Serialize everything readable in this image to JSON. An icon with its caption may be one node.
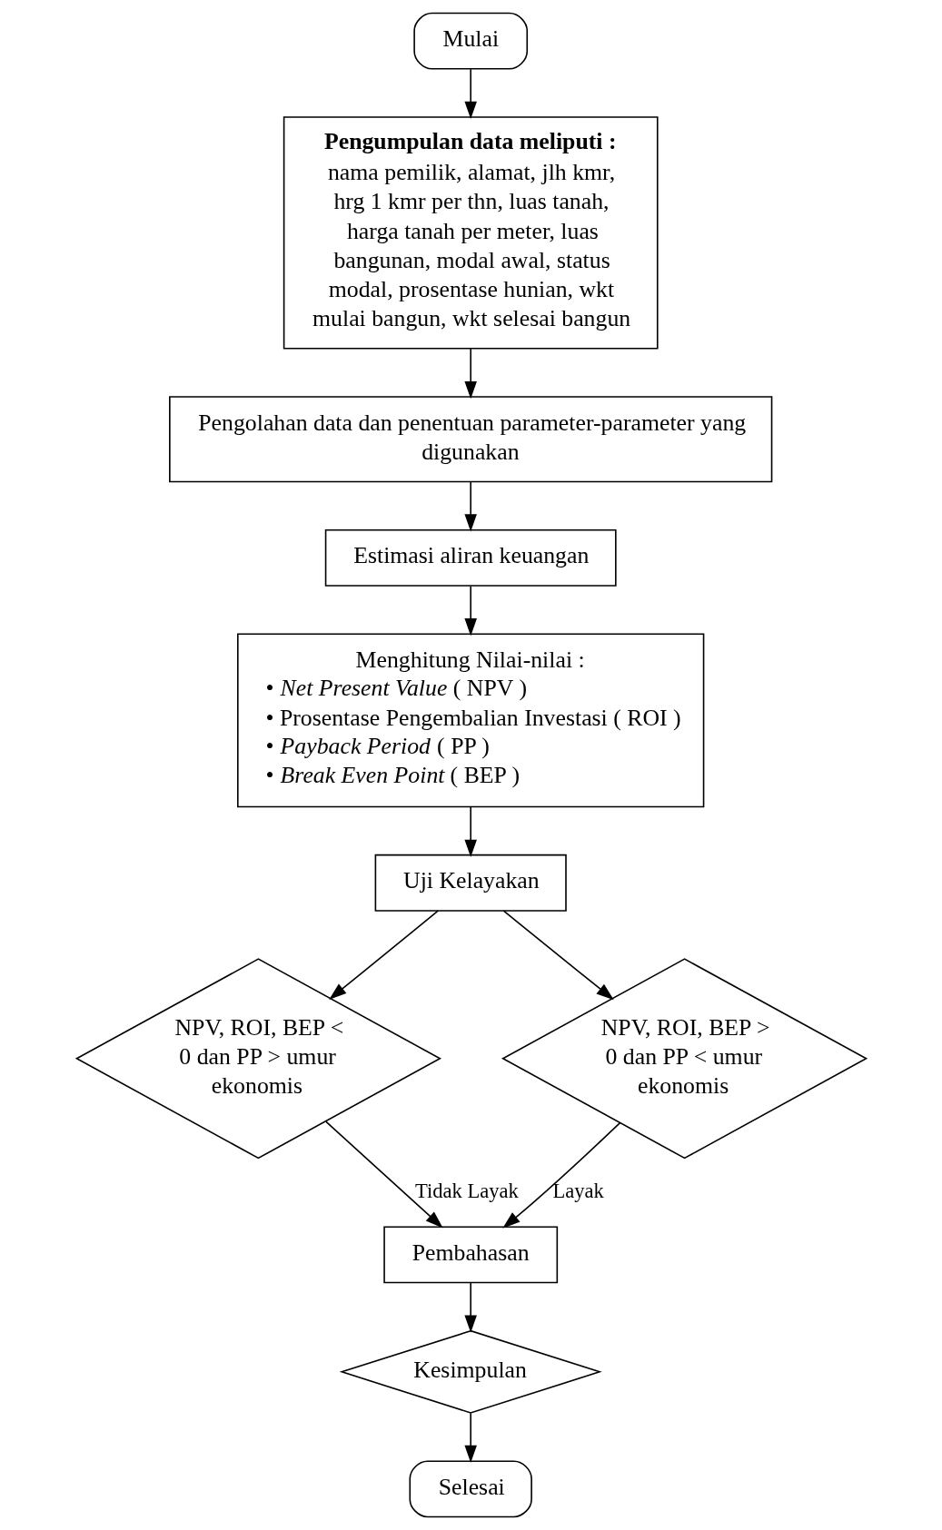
{
  "diagram": {
    "nodes": [
      {
        "text": [
          "Mulai"
        ]
      },
      {
        "text": [
          "**Pengumpulan data meliputi :**",
          "nama pemilik, alamat, jlh kmr, hrg 1 kmr per thn, luas tanah, harga tanah per meter, luas bangunan, modal awal, status modal, prosentase hunian, wkt mulai bangun, wkt selesai bangun"
        ]
      },
      {
        "text": [
          "Pengolahan data dan penentuan parameter-parameter yang digunakan"
        ]
      },
      {
        "text": [
          "Estimasi aliran keuangan"
        ]
      },
      {
        "text": [
          "Menghitung Nilai-nilai :",
          "• *Net Present Value* ( NPV )",
          "• Prosentase Pengembalian Investasi ( ROI )",
          "• *Payback Period* ( PP )",
          "• *Break Even Point* ( BEP )"
        ]
      },
      {
        "text": [
          "Uji Kelayakan"
        ]
      },
      {
        "text": [
          "NPV, ROI, BEP < 0 dan PP > umur ekonomis"
        ]
      },
      {
        "text": [
          "NPV, ROI, BEP > 0 dan PP < umur ekonomis"
        ]
      },
      {
        "text": [
          "Pembahasan"
        ]
      },
      {
        "text": [
          "Kesimpulan"
        ]
      },
      {
        "text": [
          "Selesai"
        ]
      }
    ],
    "edges": [
      {
        "from": 0,
        "to": 1,
        "arrow": "to"
      },
      {
        "from": 1,
        "to": 2,
        "arrow": "to"
      },
      {
        "from": 2,
        "to": 3,
        "arrow": "to"
      },
      {
        "from": 3,
        "to": 4,
        "arrow": "to"
      },
      {
        "from": 4,
        "to": 5,
        "arrow": "to"
      },
      {
        "from": 5,
        "to": 6,
        "arrow": "to"
      },
      {
        "from": 5,
        "to": 7,
        "arrow": "to"
      },
      {
        "from": 6,
        "to": 8,
        "arrow": "to",
        "label": "Tidak Layak"
      },
      {
        "from": 7,
        "to": 8,
        "arrow": "to",
        "label": "Layak"
      },
      {
        "from": 8,
        "to": 9,
        "arrow": "to"
      },
      {
        "from": 9,
        "to": 10,
        "arrow": "to"
      }
    ]
  }
}
